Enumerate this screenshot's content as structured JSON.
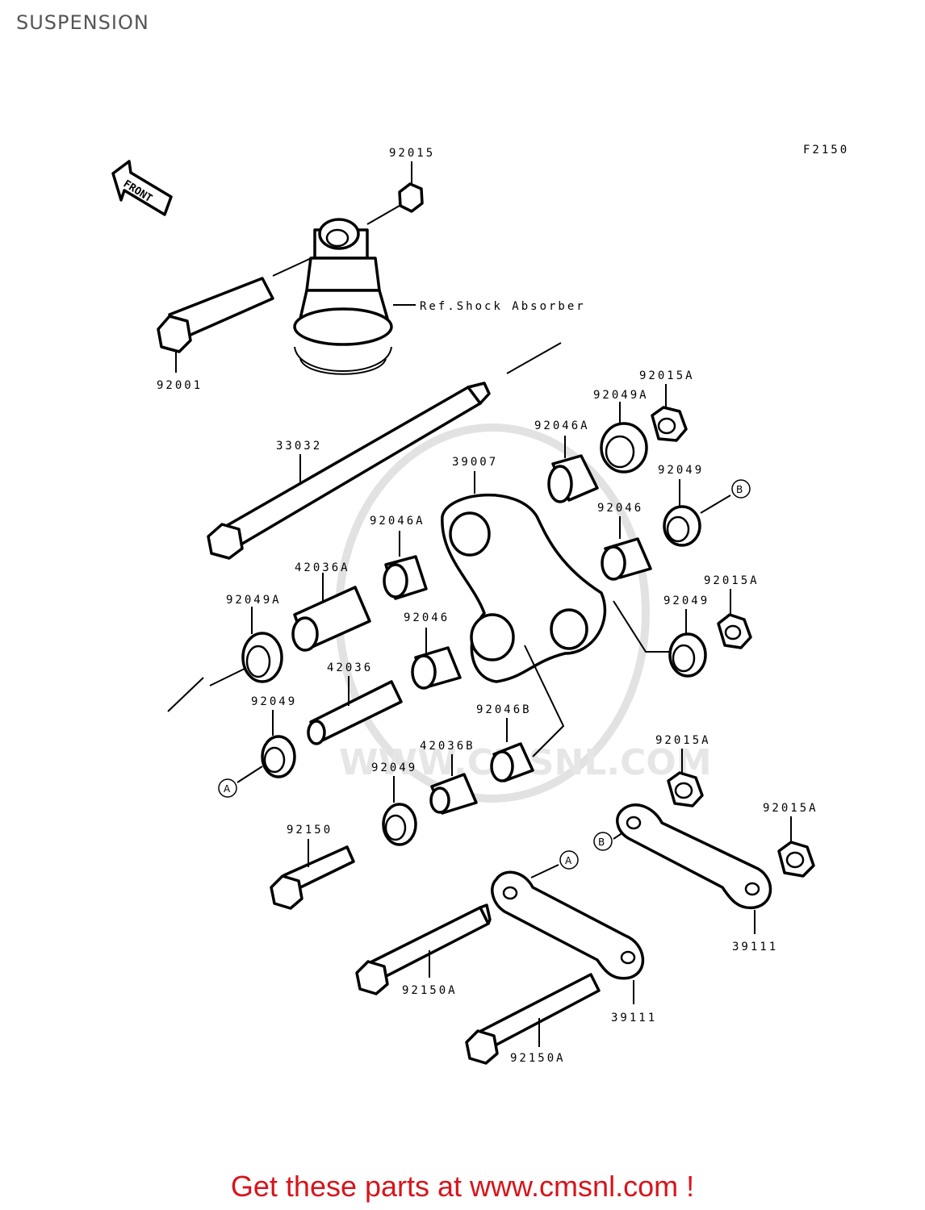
{
  "page": {
    "title": "SUSPENSION"
  },
  "diagram": {
    "code": "F2150",
    "front_label": "FRONT",
    "ref_label": "Ref.Shock Absorber",
    "callouts": {
      "c92015": "92015",
      "c92001": "92001",
      "c33032": "33032",
      "c92015A_1": "92015A",
      "c92049A_top": "92049A",
      "c92046A_right": "92046A",
      "c39007": "39007",
      "c92049_b": "92049",
      "c92046_right": "92046",
      "c92046A_mid": "92046A",
      "c42036A": "42036A",
      "c92049A_left": "92049A",
      "c92015A_2": "92015A",
      "c92049_right": "92049",
      "c92046_mid": "92046",
      "c42036": "42036",
      "c92049_left": "92049",
      "c92046B": "92046B",
      "c92015A_3": "92015A",
      "c42036B": "42036B",
      "c92049_low": "92049",
      "c92015A_4": "92015A",
      "c92150": "92150",
      "c39111_right": "39111",
      "c92150A_1": "92150A",
      "c39111_left": "39111",
      "c92150A_2": "92150A"
    },
    "markers": {
      "a1": "A",
      "a2": "A",
      "b1": "B",
      "b2": "B"
    },
    "watermark_text": "WWW.CMSNL.COM"
  },
  "footer": {
    "cta": "Get these parts at www.cmsnl.com !"
  },
  "colors": {
    "cta": "#d6151b",
    "title": "#555555",
    "watermark": "#e2e2e2"
  }
}
